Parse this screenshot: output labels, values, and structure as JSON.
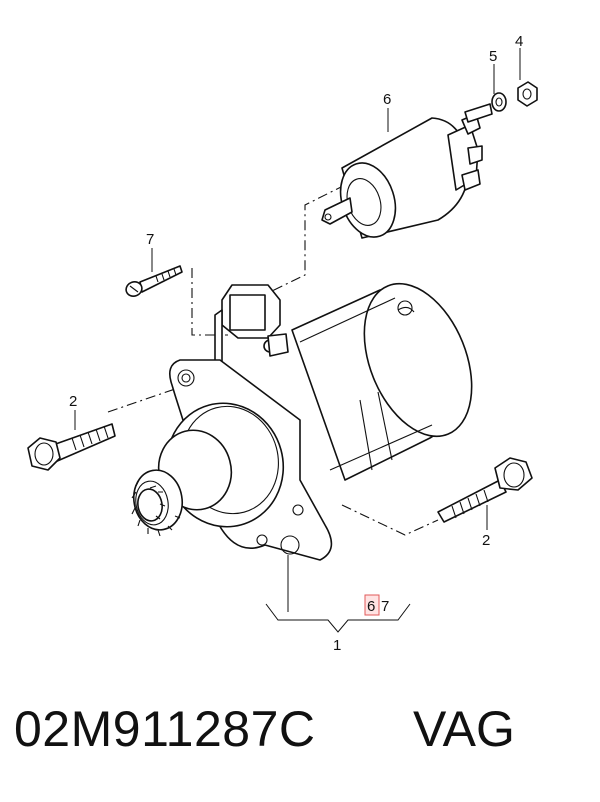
{
  "diagram": {
    "callouts": {
      "assembly": "1",
      "bolt_left": "2",
      "bolt_right": "2",
      "nut": "4",
      "washer": "5",
      "solenoid": "6",
      "screw": "7",
      "included_a": "6",
      "included_b": "7"
    }
  },
  "caption": {
    "part_number": "02M911287C",
    "brand": "VAG"
  }
}
